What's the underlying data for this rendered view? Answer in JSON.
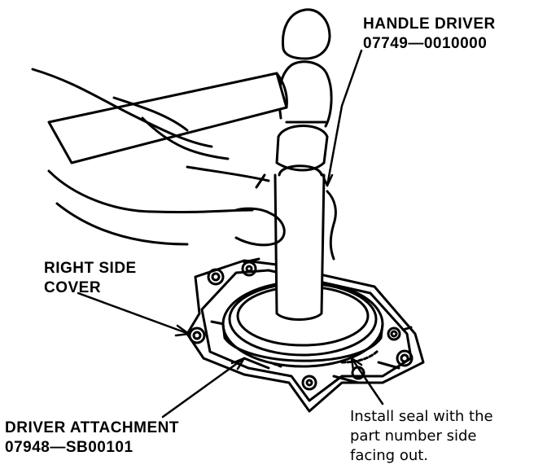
{
  "handle_driver": {
    "name": "HANDLE DRIVER",
    "part_number": "07749—0010000"
  },
  "right_side_cover": {
    "line1": "RIGHT SIDE",
    "line2": "COVER"
  },
  "driver_attachment": {
    "name": "DRIVER ATTACHMENT",
    "part_number": "07948—SB00101"
  },
  "install_note": {
    "line1": "Install seal with the",
    "line2": "part number side",
    "line3": "facing out."
  }
}
